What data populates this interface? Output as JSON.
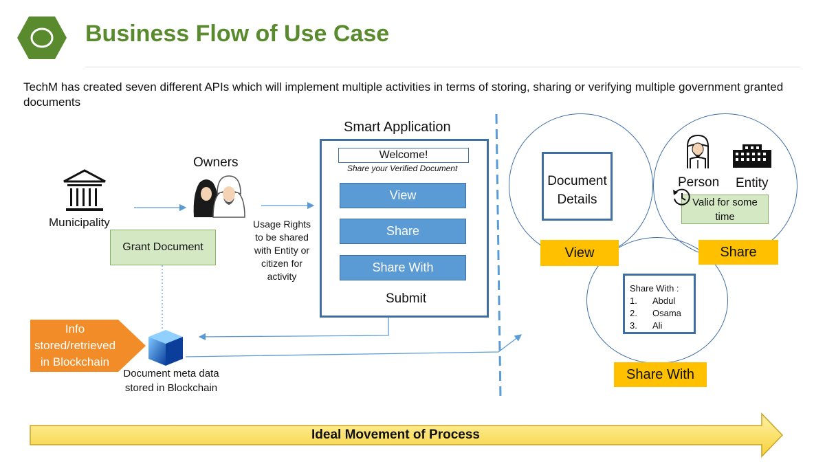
{
  "slide": {
    "title": "Business Flow of Use Case",
    "intro": "TechM has created  seven different APIs which will implement multiple activities in terms of storing, sharing or verifying multiple government granted documents",
    "colors": {
      "title_green": "#5a8a2e",
      "blue": "#5b9bd5",
      "yellow": "#ffc000",
      "orange": "#f28c28",
      "light_green": "#d5e8c4"
    }
  },
  "flow": {
    "municipality_label": "Municipality",
    "grant_document": "Grant Document",
    "owners_label": "Owners",
    "usage_rights": [
      "Usage Rights",
      "to be shared",
      "with Entity or",
      "citizen for",
      "activity"
    ],
    "info_tag": [
      "Info",
      "stored/retrieved",
      "in Blockchain"
    ],
    "blockchain_label": [
      "Document meta data",
      "stored in Blockchain"
    ]
  },
  "smart_app": {
    "heading": "Smart Application",
    "welcome": "Welcome!",
    "subtitle": "Share your Verified Document",
    "buttons": [
      "View",
      "Share",
      "Share With"
    ],
    "submit": "Submit"
  },
  "outcomes": {
    "view_circle": {
      "doc_details": [
        "Document",
        "Details"
      ],
      "tag": "View"
    },
    "share_circle": {
      "person": "Person",
      "entity": "Entity",
      "validity": [
        "Valid for some",
        "time"
      ],
      "tag": "Share"
    },
    "share_with_circle": {
      "heading": "Share With :",
      "list": [
        {
          "num": "1.",
          "name": "Abdul"
        },
        {
          "num": "2.",
          "name": "Osama"
        },
        {
          "num": "3.",
          "name": "Ali"
        }
      ],
      "tag": "Share With"
    }
  },
  "process_arrow": "Ideal Movement of Process"
}
